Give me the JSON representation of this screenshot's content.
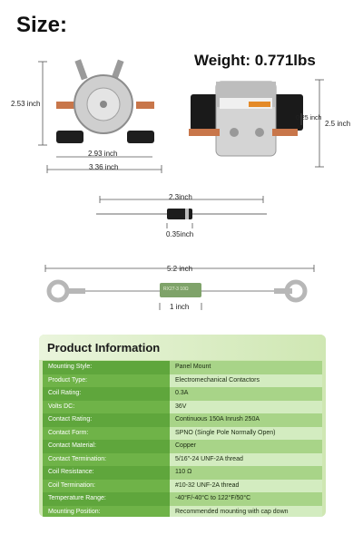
{
  "header": {
    "size_title": "Size:",
    "weight_title": "Weight: 0.771lbs"
  },
  "dimensions": {
    "left_height": "2.53 inch",
    "left_inner_width": "2.93 inch",
    "left_outer_width": "3.36 inch",
    "right_stud": "0.25 inch",
    "right_height": "2.5 inch",
    "diode_length": "2.3inch",
    "diode_body": "0.35inch",
    "resistor_length": "5.2 inch",
    "resistor_body": "1 inch",
    "resistor_marking": "RX27-3 10Ω"
  },
  "info": {
    "title": "Product Information",
    "rows": [
      {
        "label": "Mounting Style:",
        "value": "Panel Mount"
      },
      {
        "label": "Product Type:",
        "value": "Electromechanical Contactors"
      },
      {
        "label": "Coil Rating:",
        "value": "0.3A"
      },
      {
        "label": "Volts DC:",
        "value": "36V"
      },
      {
        "label": "Contact Rating:",
        "value": "Continuous 150A  Inrush 250A"
      },
      {
        "label": "Contact Form:",
        "value": "SPNO (Single Pole Normally Open)"
      },
      {
        "label": "Contact Material:",
        "value": "Copper"
      },
      {
        "label": "Contact Termination:",
        "value": "5/16\"-24 UNF-2A thread"
      },
      {
        "label": "Coil Resistance:",
        "value": "110 Ω"
      },
      {
        "label": "Coil Termination:",
        "value": "#10-32 UNF-2A thread"
      },
      {
        "label": "Temperature Range:",
        "value": "-40°F/-40°C to 122°F/50°C"
      },
      {
        "label": "Mounting Position:",
        "value": "Recommended mounting with cap down"
      }
    ]
  },
  "colors": {
    "panel_bg": "#cfe7b3",
    "header_grad_start": "#e8f4da",
    "label_green": "#5fa63c",
    "value_green": "#a8d488"
  }
}
